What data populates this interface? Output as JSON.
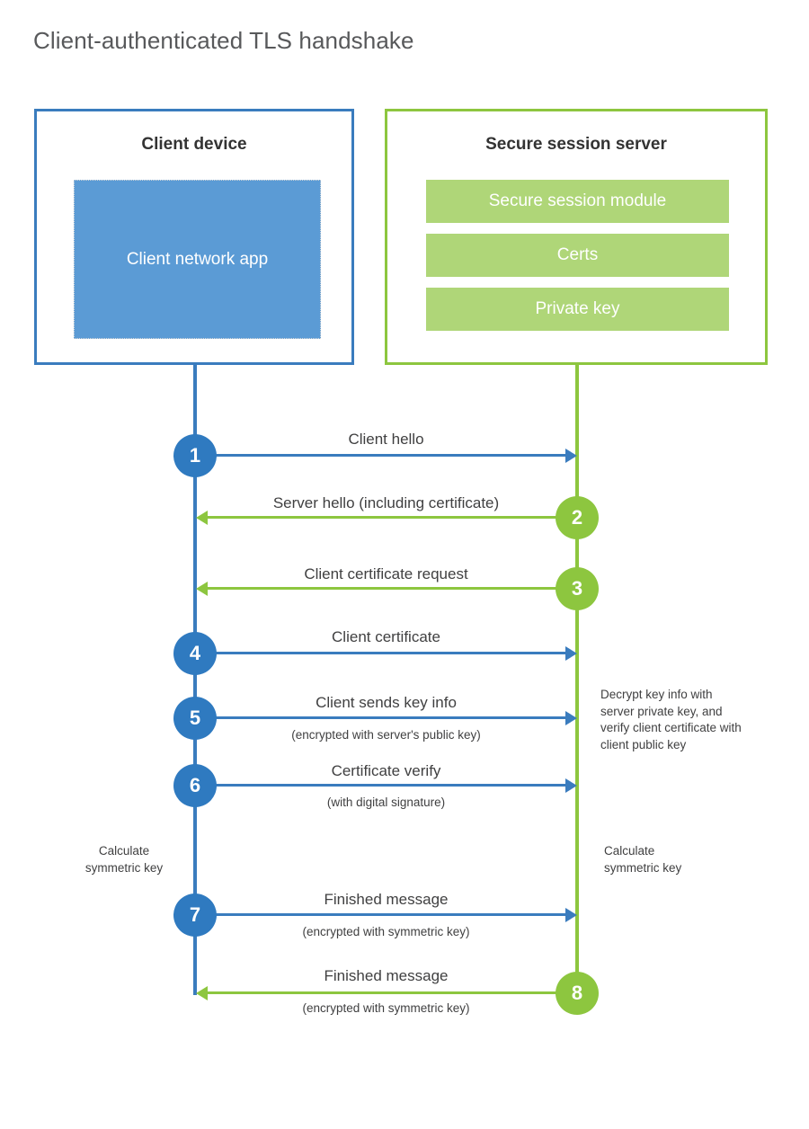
{
  "title": "Client-authenticated TLS handshake",
  "colors": {
    "client_blue": "#3a7cbe",
    "client_app_fill": "#5b9bd5",
    "server_green": "#8dc63f",
    "server_bar_fill": "#afd678",
    "step_blue": "#2f7ac0",
    "title_gray": "#58595b",
    "text_gray": "#404041"
  },
  "participants": {
    "client": {
      "title": "Client device",
      "app_label": "Client network app"
    },
    "server": {
      "title": "Secure session server",
      "modules": [
        {
          "label": "Secure session module"
        },
        {
          "label": "Certs"
        },
        {
          "label": "Private key"
        }
      ]
    }
  },
  "notes": {
    "server_decrypt": "Decrypt key info with server private key, and verify client certificate with client public key",
    "client_calc": "Calculate symmetric key",
    "server_calc": "Calculate symmetric key"
  },
  "steps": [
    {
      "number": "1",
      "label": "Client hello",
      "sub": "",
      "direction": "client-to-server",
      "color": "blue"
    },
    {
      "number": "2",
      "label": "Server hello (including certificate)",
      "sub": "",
      "direction": "server-to-client",
      "color": "green"
    },
    {
      "number": "3",
      "label": "Client certificate request",
      "sub": "",
      "direction": "server-to-client",
      "color": "green"
    },
    {
      "number": "4",
      "label": "Client certificate",
      "sub": "",
      "direction": "client-to-server",
      "color": "blue"
    },
    {
      "number": "5",
      "label": "Client sends key info",
      "sub": "(encrypted with server's public key)",
      "direction": "client-to-server",
      "color": "blue"
    },
    {
      "number": "6",
      "label": "Certificate verify",
      "sub": "(with digital signature)",
      "direction": "client-to-server",
      "color": "blue"
    },
    {
      "number": "7",
      "label": "Finished message",
      "sub": "(encrypted with symmetric key)",
      "direction": "client-to-server",
      "color": "blue"
    },
    {
      "number": "8",
      "label": "Finished message",
      "sub": "(encrypted with symmetric key)",
      "direction": "server-to-client",
      "color": "green"
    }
  ]
}
